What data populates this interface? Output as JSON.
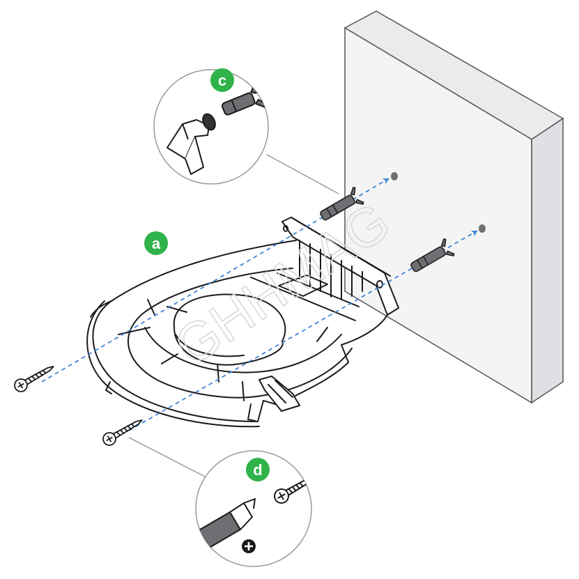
{
  "callouts": {
    "a": {
      "label": "a",
      "color": "#2fb34a"
    },
    "c": {
      "label": "c",
      "color": "#2fb34a"
    },
    "d": {
      "label": "d",
      "color": "#2fb34a"
    }
  },
  "watermark": {
    "text": "GHHMAG"
  },
  "colors": {
    "outline": "#1a1a1a",
    "wall_face": "#f4f4f5",
    "wall_side": "#dfe0e3",
    "guide_line": "#3d85d6",
    "anchor": "#6e6f73",
    "leader": "#9a9a9a"
  },
  "icons": [
    "wall-icon",
    "wall-mount-bracket-icon",
    "wall-anchor-icon",
    "screw-icon",
    "hammer-icon",
    "screwdriver-icon",
    "phillips-head-icon"
  ]
}
